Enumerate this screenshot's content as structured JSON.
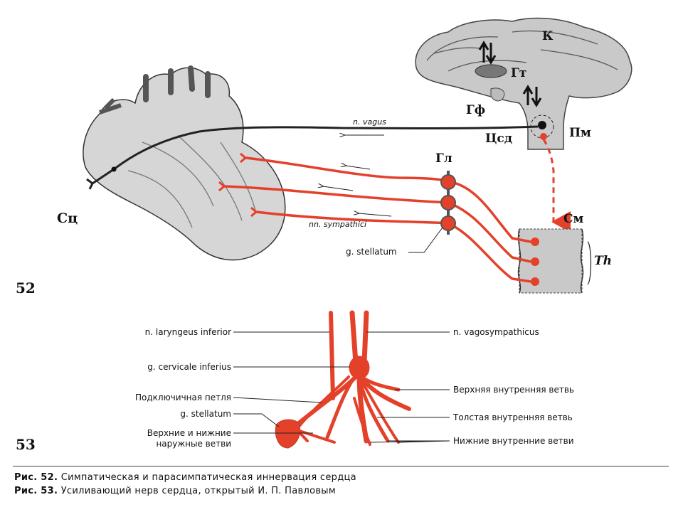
{
  "colors": {
    "nerve_red": "#e4412b",
    "vagus": "#222222",
    "tissue_gray": "#c9c9c9",
    "heart_gray": "#d6d6d6"
  },
  "fig52": {
    "number": "52",
    "labels": {
      "heart": "Сц",
      "cortex": "К",
      "hypothalamus": "Гт",
      "pituitary": "Гф",
      "medulla": "Пм",
      "cardiac_center": "Цсд",
      "ganglia": "Гл",
      "spinal_cord": "См",
      "thoracic": "Th",
      "vagus": "n. vagus",
      "sympathetic": "nn. sympathici",
      "stellate": "g. stellatum"
    }
  },
  "fig53": {
    "number": "53",
    "left_labels": [
      "n. laryngeus inferior",
      "g. cervicale inferius",
      "Подключичная петля",
      "g. stellatum",
      "Верхние и нижние",
      "наружные ветви"
    ],
    "right_labels": [
      "n. vagosympathicus",
      "Верхняя внутренняя ветвь",
      "Толстая внутренняя ветвь",
      "Нижние внутренние ветви"
    ]
  },
  "captions": [
    {
      "num": "Рис. 52.",
      "text": "Симпатическая и парасимпатическая иннервация сердца"
    },
    {
      "num": "Рис. 53.",
      "text": "Усиливающий нерв сердца, открытый И. П. Павловым"
    }
  ]
}
